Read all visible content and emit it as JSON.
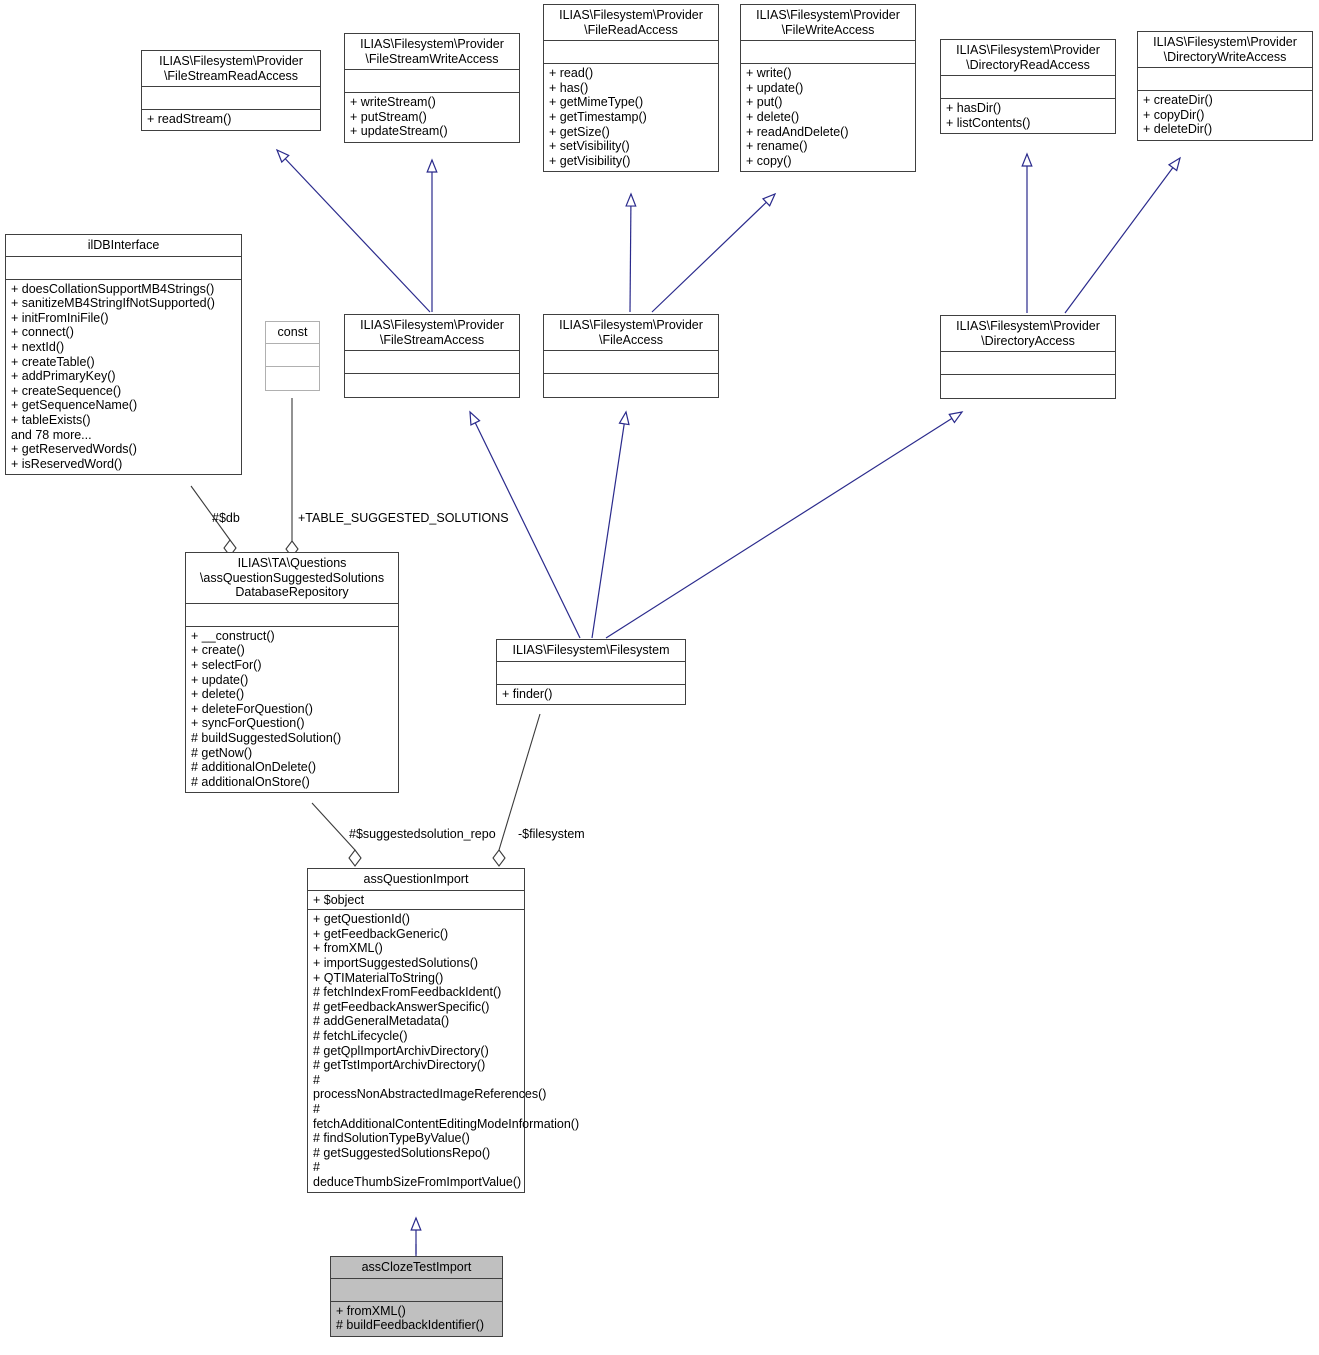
{
  "diagram": {
    "type": "uml-class-diagram",
    "background": "#ffffff",
    "line_color": "#2a2a8c",
    "box_border": "#404040",
    "highlight_fill": "#c0c0c0"
  },
  "classes": {
    "file_stream_read_access": {
      "title": "ILIAS\\Filesystem\\Provider\n\\FileStreamReadAccess",
      "attributes": [],
      "methods": [
        "+ readStream()"
      ]
    },
    "file_stream_write_access": {
      "title": "ILIAS\\Filesystem\\Provider\n\\FileStreamWriteAccess",
      "attributes": [],
      "methods": [
        "+ writeStream()",
        "+ putStream()",
        "+ updateStream()"
      ]
    },
    "file_read_access": {
      "title": "ILIAS\\Filesystem\\Provider\n\\FileReadAccess",
      "attributes": [],
      "methods": [
        "+ read()",
        "+ has()",
        "+ getMimeType()",
        "+ getTimestamp()",
        "+ getSize()",
        "+ setVisibility()",
        "+ getVisibility()"
      ]
    },
    "file_write_access": {
      "title": "ILIAS\\Filesystem\\Provider\n\\FileWriteAccess",
      "attributes": [],
      "methods": [
        "+ write()",
        "+ update()",
        "+ put()",
        "+ delete()",
        "+ readAndDelete()",
        "+ rename()",
        "+ copy()"
      ]
    },
    "directory_read_access": {
      "title": "ILIAS\\Filesystem\\Provider\n\\DirectoryReadAccess",
      "attributes": [],
      "methods": [
        "+ hasDir()",
        "+ listContents()"
      ]
    },
    "directory_write_access": {
      "title": "ILIAS\\Filesystem\\Provider\n\\DirectoryWriteAccess",
      "attributes": [],
      "methods": [
        "+ createDir()",
        "+ copyDir()",
        "+ deleteDir()"
      ]
    },
    "ildbinterface": {
      "title": "ilDBInterface",
      "attributes": [],
      "methods": [
        "+ doesCollationSupportMB4Strings()",
        "+ sanitizeMB4StringIfNotSupported()",
        "+ initFromIniFile()",
        "+ connect()",
        "+ nextId()",
        "+ createTable()",
        "+ addPrimaryKey()",
        "+ createSequence()",
        "+ getSequenceName()",
        "+ tableExists()",
        "and 78 more...",
        "+ getReservedWords()",
        "+ isReservedWord()"
      ]
    },
    "const_box": {
      "title": "const",
      "attributes": [],
      "methods": []
    },
    "file_stream_access": {
      "title": "ILIAS\\Filesystem\\Provider\n\\FileStreamAccess",
      "attributes": [],
      "methods": []
    },
    "file_access": {
      "title": "ILIAS\\Filesystem\\Provider\n\\FileAccess",
      "attributes": [],
      "methods": []
    },
    "directory_access": {
      "title": "ILIAS\\Filesystem\\Provider\n\\DirectoryAccess",
      "attributes": [],
      "methods": []
    },
    "database_repository": {
      "title": "ILIAS\\TA\\Questions\n\\assQuestionSuggestedSolutions\nDatabaseRepository",
      "attributes": [],
      "methods": [
        "+ __construct()",
        "+ create()",
        "+ selectFor()",
        "+ update()",
        "+ delete()",
        "+ deleteForQuestion()",
        "+ syncForQuestion()",
        "# buildSuggestedSolution()",
        "# getNow()",
        "# additionalOnDelete()",
        "# additionalOnStore()"
      ]
    },
    "filesystem": {
      "title": "ILIAS\\Filesystem\\Filesystem",
      "attributes": [],
      "methods": [
        "+ finder()"
      ]
    },
    "ass_question_import": {
      "title": "assQuestionImport",
      "attributes": [
        "+ $object"
      ],
      "methods": [
        "+ getQuestionId()",
        "+ getFeedbackGeneric()",
        "+ fromXML()",
        "+ importSuggestedSolutions()",
        "+ QTIMaterialToString()",
        "# fetchIndexFromFeedbackIdent()",
        "# getFeedbackAnswerSpecific()",
        "# addGeneralMetadata()",
        "# fetchLifecycle()",
        "# getQplImportArchivDirectory()",
        "# getTstImportArchivDirectory()",
        "# processNonAbstractedImageReferences()",
        "# fetchAdditionalContentEditingModeInformation()",
        "# findSolutionTypeByValue()",
        "# getSuggestedSolutionsRepo()",
        "# deduceThumbSizeFromImportValue()"
      ]
    },
    "ass_cloze_test_import": {
      "title": "assClozeTestImport",
      "attributes": [],
      "methods": [
        "+ fromXML()",
        "# buildFeedbackIdentifier()"
      ]
    }
  },
  "edge_labels": {
    "db": "#$db",
    "table_suggested_solutions": "+TABLE_SUGGESTED_SOLUTIONS",
    "suggestedsolution_repo": "#$suggestedsolution_repo",
    "filesystem": "-$filesystem"
  }
}
